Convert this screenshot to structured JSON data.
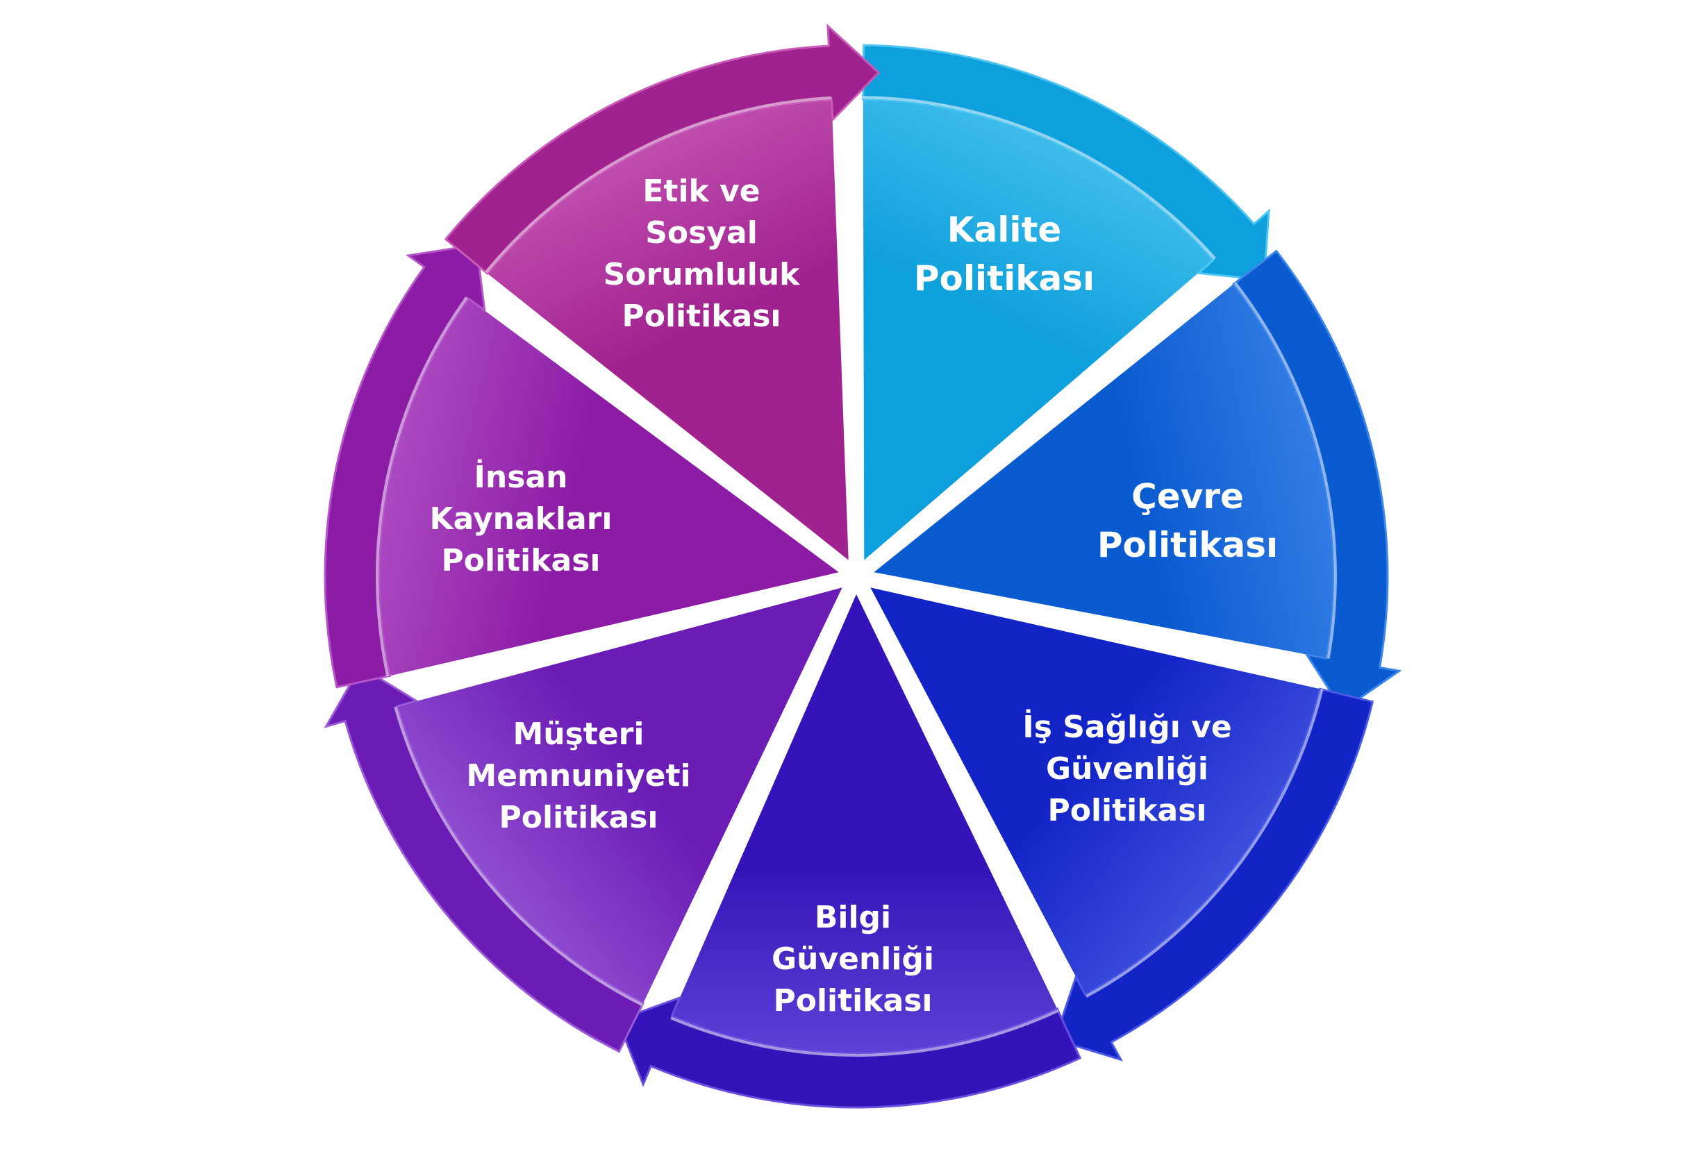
{
  "diagram": {
    "type": "cycle",
    "direction": "clockwise",
    "segments": [
      {
        "id": "kalite",
        "lines": [
          "Kalite",
          "Politikası"
        ],
        "color": "#0ea0dc",
        "light": "#4cc4f0"
      },
      {
        "id": "cevre",
        "lines": [
          "Çevre",
          "Politikası"
        ],
        "color": "#0a5ad0",
        "light": "#3d86ea"
      },
      {
        "id": "is-sagligi",
        "lines": [
          "İş Sağlığı ve",
          "Güvenliği",
          "Politikası"
        ],
        "color": "#1224c6",
        "light": "#4a5ae4"
      },
      {
        "id": "bilgi-guvenligi",
        "lines": [
          "Bilgi",
          "Güvenliği",
          "Politikası"
        ],
        "color": "#3414b8",
        "light": "#6a4ede"
      },
      {
        "id": "musteri-memnuniyeti",
        "lines": [
          "Müşteri",
          "Memnuniyeti",
          "Politikası"
        ],
        "color": "#6a1cb4",
        "light": "#9a5ad8"
      },
      {
        "id": "insan-kaynaklari",
        "lines": [
          "İnsan",
          "Kaynakları",
          "Politikası"
        ],
        "color": "#8c1ca6",
        "light": "#b456c8"
      },
      {
        "id": "etik-sosyal",
        "lines": [
          "Etik ve",
          "Sosyal",
          "Sorumluluk",
          "Politikası"
        ],
        "color": "#a0228e",
        "light": "#c85ab8"
      }
    ]
  }
}
